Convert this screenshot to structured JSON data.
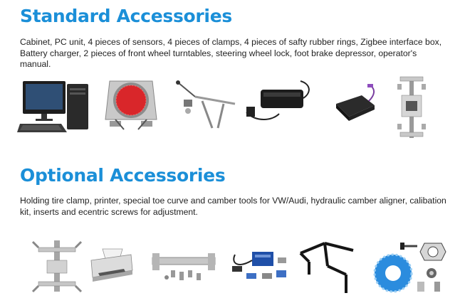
{
  "standard": {
    "heading": "Standard Accessories",
    "description": "Cabinet, PC unit,  4 pieces of sensors, 4 pieces of clamps, 4 pieces of safty rubber rings, Zigbee interface box, Battery charger, 2 pieces of front wheel turntables, steering wheel lock, foot brake depressor, operator's manual.",
    "images": [
      "pc-unit-image",
      "turntable-image",
      "brake-depressor-image",
      "battery-charger-image",
      "interface-box-image",
      "sensor-clamp-image"
    ]
  },
  "optional": {
    "heading": "Optional Accessories",
    "description": "Holding tire clamp,  printer, special toe curve and camber tools for VW/Audi, hydraulic camber aligner, calibation kit, inserts and ecentric screws for adjustment.",
    "images": [
      "tire-clamp-image",
      "printer-image",
      "toe-curve-tool-image",
      "hydraulic-aligner-image",
      "calibration-kit-image",
      "eccentric-screws-image"
    ]
  },
  "colors": {
    "heading": "#1b8fd8",
    "text": "#222222"
  }
}
